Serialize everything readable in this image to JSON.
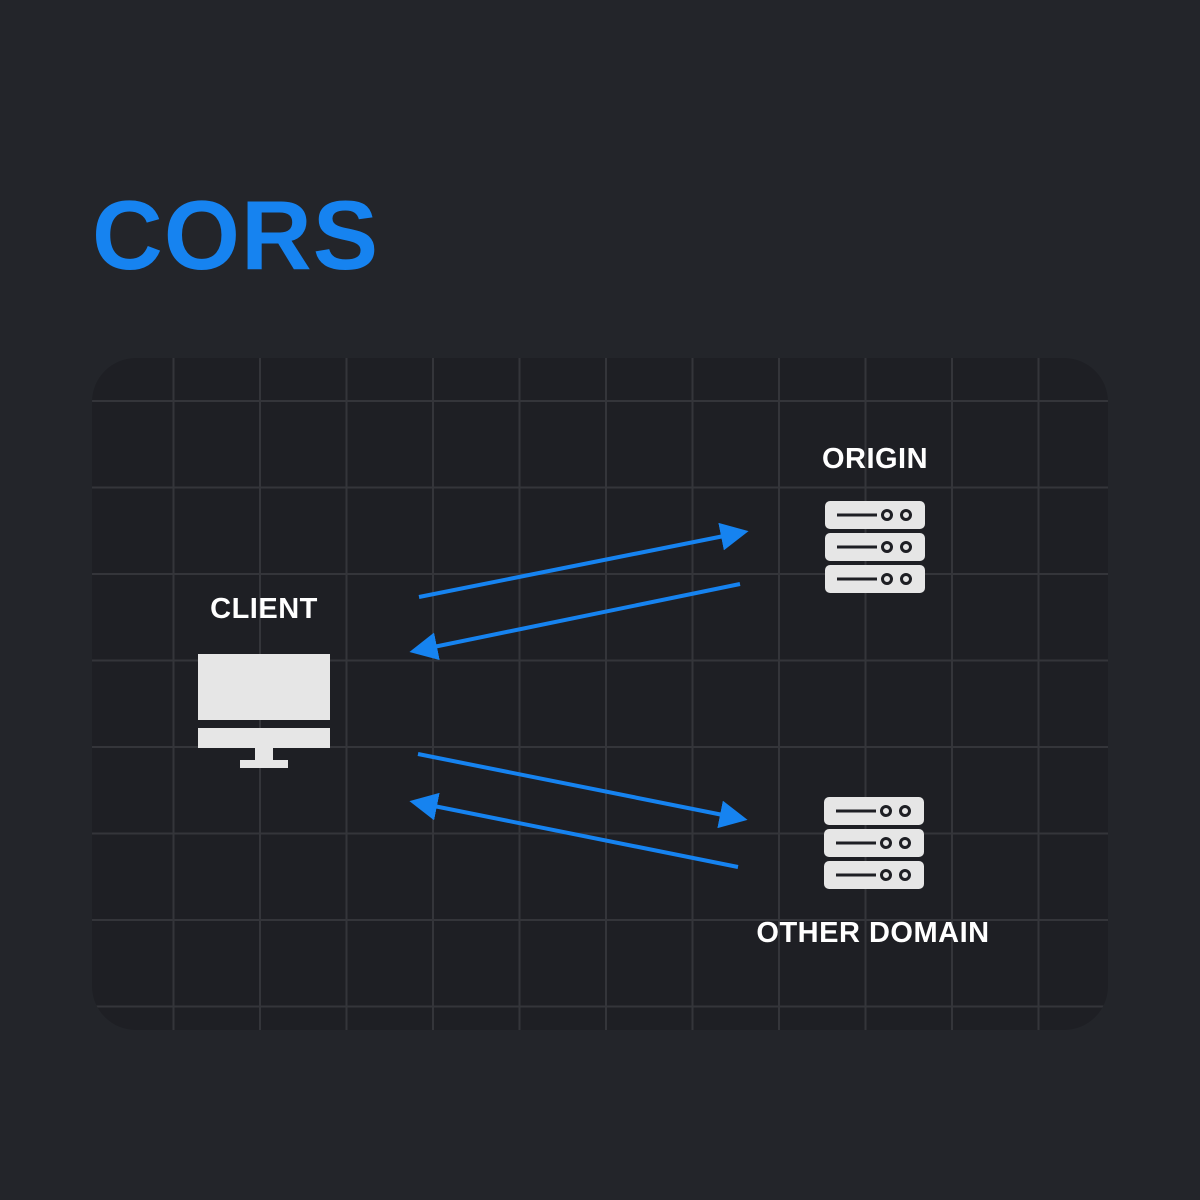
{
  "title": "CORS",
  "nodes": {
    "client": {
      "label": "CLIENT",
      "icon": "monitor-icon"
    },
    "origin": {
      "label": "ORIGIN",
      "icon": "server-icon"
    },
    "other_domain": {
      "label": "OTHER DOMAIN",
      "icon": "server-icon"
    }
  },
  "connections": [
    {
      "from": "client",
      "to": "origin",
      "direction": "request"
    },
    {
      "from": "origin",
      "to": "client",
      "direction": "response"
    },
    {
      "from": "client",
      "to": "other_domain",
      "direction": "request"
    },
    {
      "from": "other_domain",
      "to": "client",
      "direction": "response"
    }
  ],
  "colors": {
    "background": "#23252a",
    "panel": "#1e1f24",
    "grid": "#34353a",
    "accent": "#1683f0",
    "text": "#ffffff",
    "icon": "#e6e6e6"
  }
}
